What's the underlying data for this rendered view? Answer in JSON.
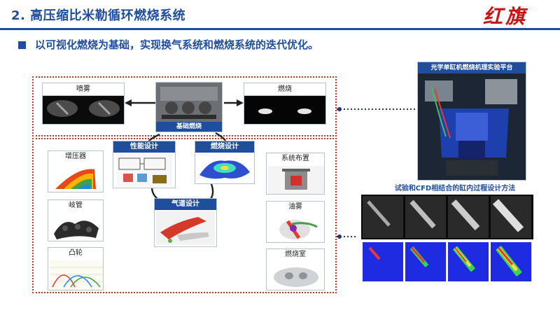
{
  "header": {
    "title": "2. 高压缩比米勒循环燃烧系统",
    "logo_text": "红旗",
    "subtitle": "以可视化燃烧为基础，实现换气系统和燃烧系统的迭代优化。"
  },
  "top_row": {
    "spray_label": "喷雾",
    "base_label": "基础燃烧",
    "combustion_label": "燃烧"
  },
  "cycle": {
    "perf_label": "性能设计",
    "comb_design_label": "燃烧设计",
    "airway_label": "气道设计"
  },
  "left_column": {
    "turbo_label": "增压器",
    "manifold_label": "岐管",
    "cam_label": "凸轮"
  },
  "right_column": {
    "layout_label": "系统布置",
    "oil_label": "油雾",
    "chamber_label": "燃烧室"
  },
  "right_panel": {
    "lab_title": "光学单缸机燃烧机理实验平台",
    "method_caption": "试验和CFD相结合的缸内过程设计方法"
  },
  "colors": {
    "brand_blue": "#1f4e9c",
    "logo_red": "#c61414",
    "dash_red": "#c0392b"
  }
}
